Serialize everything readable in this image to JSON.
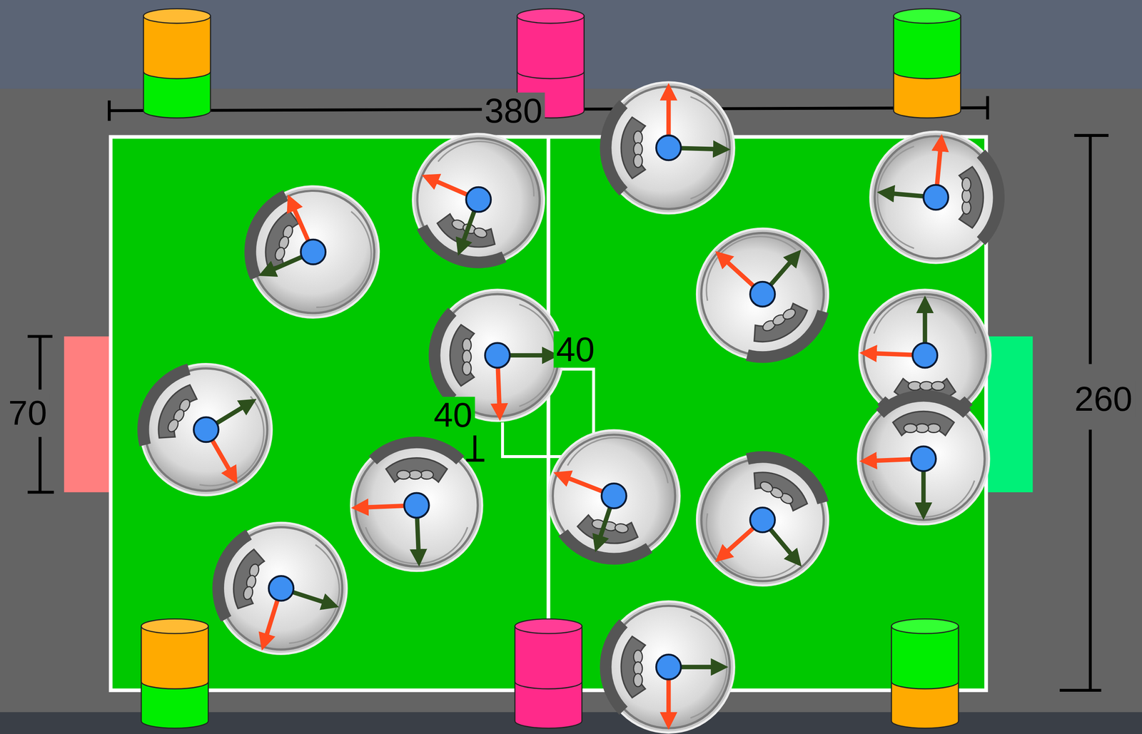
{
  "diagram": {
    "labels": [
      "380",
      "260",
      "70",
      "40",
      "40"
    ]
  }
}
